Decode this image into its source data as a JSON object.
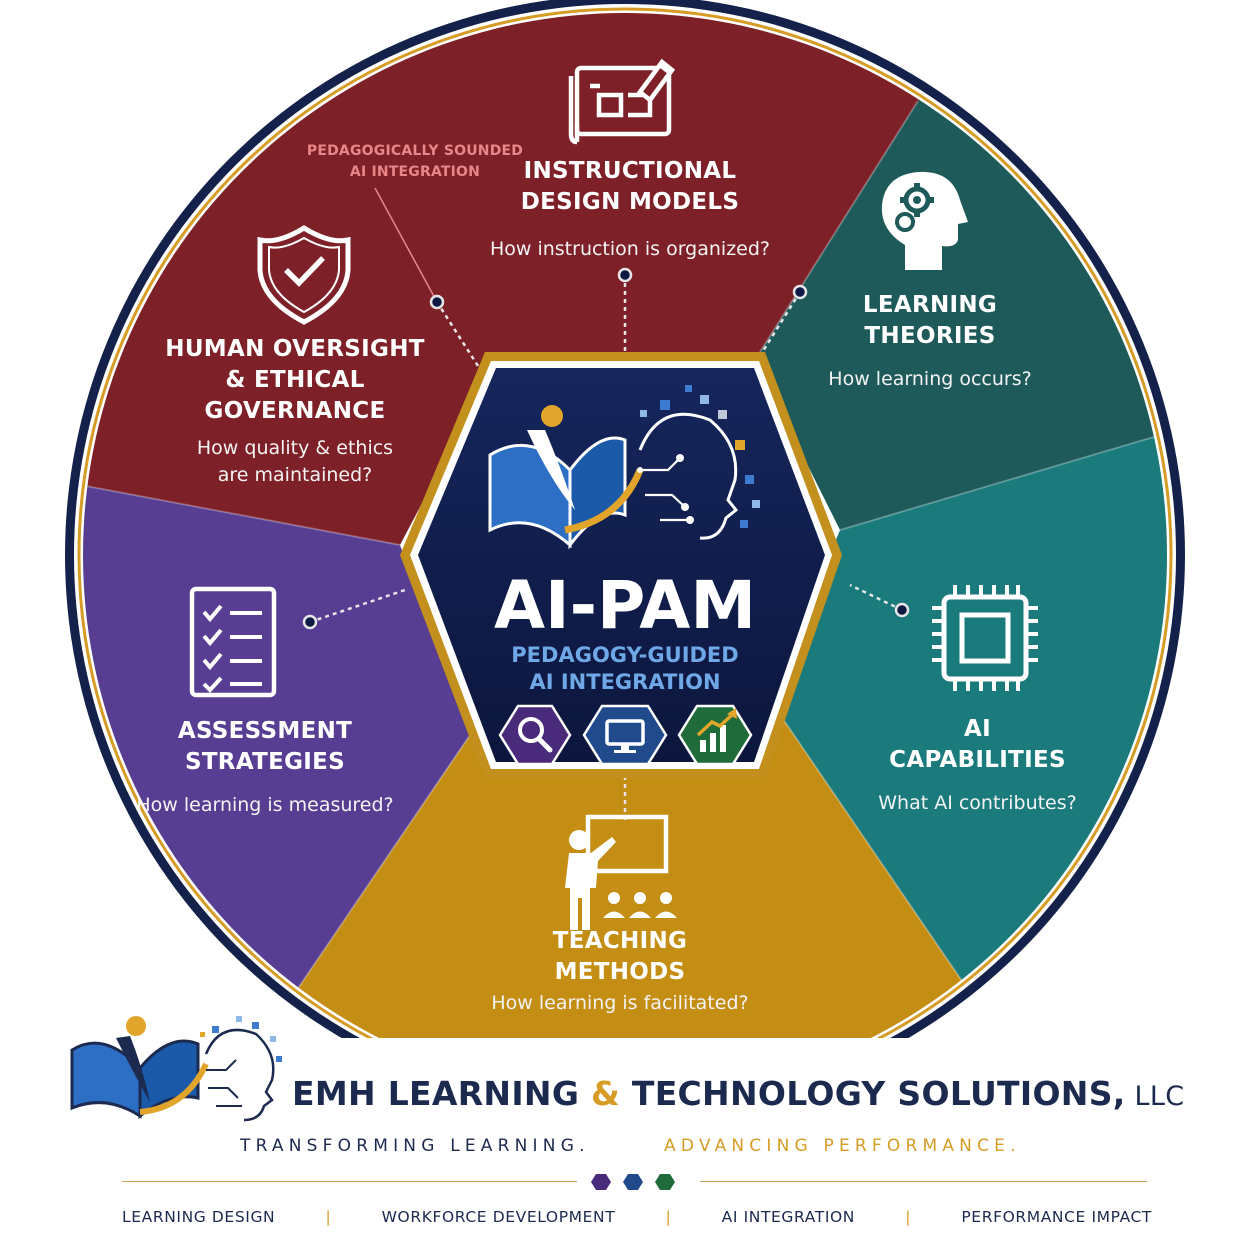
{
  "segments": [
    {
      "id": "design",
      "title_line1": "INSTRUCTIONAL",
      "title_line2": "DESIGN MODELS",
      "question": "How instruction is organized?",
      "color": "#7e2027",
      "icon": "blueprint-pencil-icon"
    },
    {
      "id": "theories",
      "title_line1": "LEARNING",
      "title_line2": "THEORIES",
      "question": "How learning occurs?",
      "color": "#1f5a5a",
      "icon": "head-gears-icon"
    },
    {
      "id": "capabilities",
      "title_line1": "AI",
      "title_line2": "CAPABILITIES",
      "question": "What AI contributes?",
      "color": "#1a7a7c",
      "icon": "cpu-chip-icon"
    },
    {
      "id": "teaching",
      "title_line1": "TEACHING",
      "title_line2": "METHODS",
      "question": "How learning is facilitated?",
      "color": "#c48e14",
      "icon": "teacher-board-icon"
    },
    {
      "id": "assessment",
      "title_line1": "ASSESSMENT",
      "title_line2": "STRATEGIES",
      "question": "How learning is measured?",
      "color": "#583e93",
      "icon": "checklist-icon"
    },
    {
      "id": "oversight",
      "title_line1": "HUMAN OVERSIGHT",
      "title_line2": "& ETHICAL GOVERNANCE",
      "question_line1": "How quality & ethics",
      "question_line2": "are maintained?",
      "color": "#7e2027",
      "icon": "shield-check-icon"
    }
  ],
  "note": {
    "line1": "PEDAGOGICALLY SOUNDED",
    "line2": "AI INTEGRATION"
  },
  "center": {
    "title": "AI-PAM",
    "subtitle_line1": "PEDAGOGY-GUIDED",
    "subtitle_line2": "AI INTEGRATION",
    "icons": [
      "magnifier-icon",
      "monitor-icon",
      "growth-chart-icon"
    ]
  },
  "brand": {
    "name_part1": "EMH LEARNING ",
    "name_amp": "&",
    "name_part2": " TECHNOLOGY SOLUTIONS,",
    "name_suffix": " LLC",
    "tagline_part1": "TRANSFORMING LEARNING.",
    "tagline_part2": "ADVANCING PERFORMANCE.",
    "services": [
      "LEARNING DESIGN",
      "WORKFORCE DEVELOPMENT",
      "AI INTEGRATION",
      "PERFORMANCE IMPACT"
    ],
    "separator": "|"
  },
  "colors": {
    "navy": "#1c2a4f",
    "gold": "#d79c26",
    "purple": "#4a2a7a",
    "blue": "#214a8c",
    "green": "#1f6b3a"
  }
}
